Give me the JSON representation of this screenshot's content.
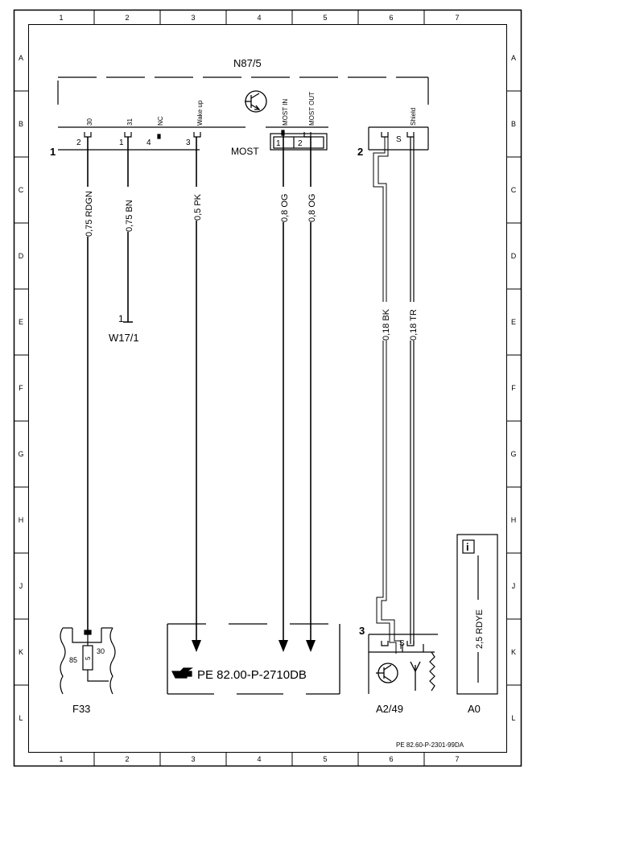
{
  "frame": {
    "cols": [
      "1",
      "2",
      "3",
      "4",
      "5",
      "6",
      "7"
    ],
    "rows": [
      "A",
      "B",
      "C",
      "D",
      "E",
      "F",
      "G",
      "H",
      "J",
      "K",
      "L"
    ]
  },
  "components": {
    "n87": {
      "name": "N87/5",
      "connector1": "1",
      "connector2": "2",
      "most_label": "MOST",
      "pins": [
        {
          "num": "2",
          "signal": "30"
        },
        {
          "num": "1",
          "signal": "31"
        },
        {
          "num": "4",
          "signal": "NC"
        },
        {
          "num": "3",
          "signal": "Wake up"
        }
      ],
      "most_pins": [
        {
          "num": "1",
          "signal": "MOST IN"
        },
        {
          "num": "2",
          "signal": "MOST OUT"
        }
      ],
      "shield_pins": [
        {
          "num": "S",
          "signal": "Shield"
        }
      ]
    },
    "w17": {
      "name": "W17/1",
      "pin": "1"
    },
    "f33": {
      "name": "F33",
      "label_85": "85",
      "label_30": "30",
      "fuse_value": "5"
    },
    "a2": {
      "name": "A2/49",
      "connector": "3",
      "pin": "S"
    },
    "ref": {
      "text": "PE 82.00-P-2710DB"
    },
    "info": {
      "glyph": "i",
      "wire": "2,5 RDYE",
      "name": "A0"
    }
  },
  "wires": [
    {
      "label": "0,75 RDGN"
    },
    {
      "label": "0,75 BN"
    },
    {
      "label": "0,5 PK"
    },
    {
      "label": "0,8 OG"
    },
    {
      "label": "0,8 OG"
    },
    {
      "label": "0,18 BK"
    },
    {
      "label": "0,18 TR"
    }
  ],
  "footer": {
    "doc_id": "PE 82.60-P-2301-99DA"
  }
}
